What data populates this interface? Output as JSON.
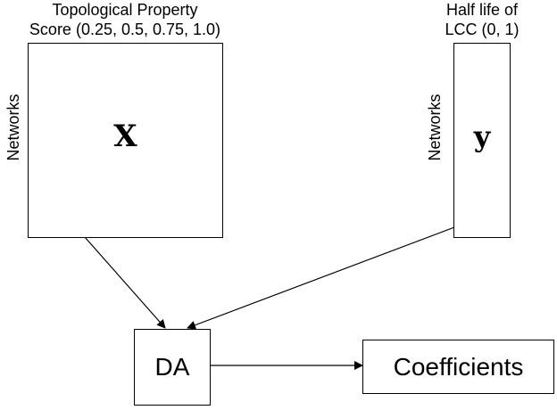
{
  "matrix_x": {
    "title_line1": "Topological Property",
    "title_line2": "Score (0.25, 0.5, 0.75, 1.0)",
    "row_label": "Networks",
    "symbol": "X"
  },
  "vector_y": {
    "title_line1": "Half life of",
    "title_line2": "LCC (0, 1)",
    "row_label": "Networks",
    "symbol": "y"
  },
  "da_node": {
    "label": "DA"
  },
  "coefficients_node": {
    "label": "Coefficients"
  },
  "colors": {
    "stroke": "#000000",
    "background": "#ffffff"
  }
}
